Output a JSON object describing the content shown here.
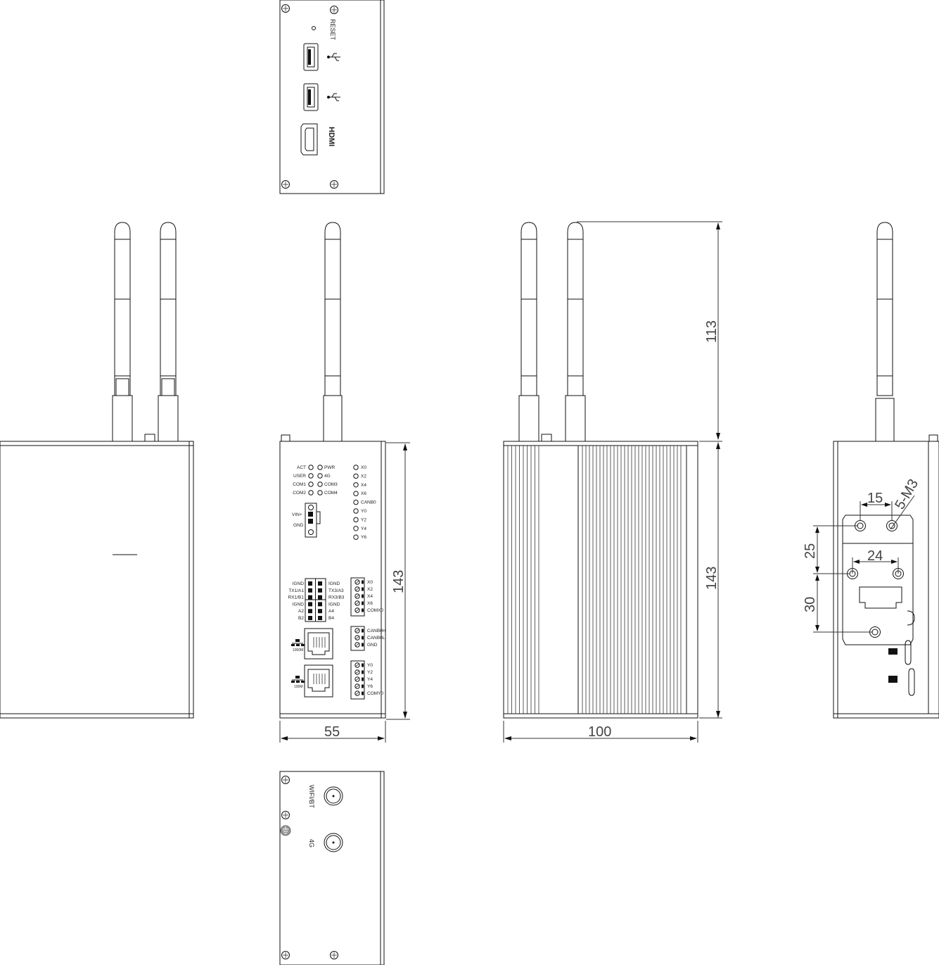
{
  "top_view": {
    "reset_label": "RESET",
    "hdmi_label": "HDMI"
  },
  "front_view": {
    "leds_left": [
      {
        "left": "ACT",
        "right": "PWR"
      },
      {
        "left": "USER",
        "right": "4G"
      },
      {
        "left": "COM1",
        "right": "COM3"
      },
      {
        "left": "COM2",
        "right": "COM4"
      }
    ],
    "leds_right": [
      "X0",
      "X2",
      "X4",
      "X6",
      "CANB0",
      "Y0",
      "Y2",
      "Y4",
      "Y6"
    ],
    "power": [
      "VIN+",
      "GND"
    ],
    "serial_left": [
      "IGND",
      "TX1/A1",
      "RX1/B1",
      "IGND",
      "A2",
      "B2"
    ],
    "serial_right": [
      "IGND",
      "TX3/A3",
      "RX3/B3",
      "IGND",
      "A4",
      "B4"
    ],
    "din": [
      "X0",
      "X2",
      "X4",
      "X6",
      "COMX0"
    ],
    "can": [
      "CANB0H",
      "CANB0L",
      "GND"
    ],
    "dout": [
      "Y0",
      "Y2",
      "Y4",
      "Y6",
      "COMY0"
    ],
    "eth_label": "1000M",
    "eth2_label": "100M"
  },
  "bottom_view": {
    "wifi_label": "WIFI/BT",
    "lte_label": "4G"
  },
  "dimensions": {
    "width": "55",
    "height_front": "143",
    "depth": "100",
    "height_side": "143",
    "antenna": "113",
    "hole_h": "15",
    "screw_spec": "5-M3",
    "hole_h2": "24",
    "hole_v1": "25",
    "hole_v2": "30"
  }
}
